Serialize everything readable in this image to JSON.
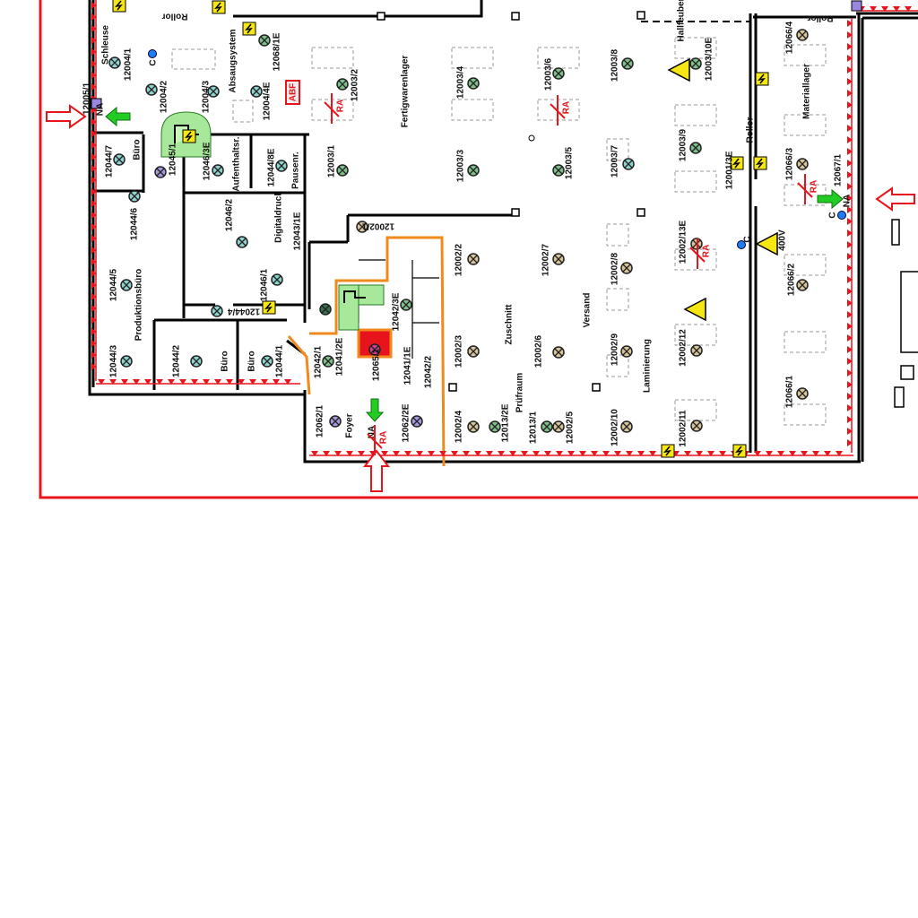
{
  "plan": {
    "colors": {
      "escape_route": "#e8141c",
      "wall": "#000000",
      "fire_section": "#f08a1e",
      "exit_sign": "#22cc22",
      "warning": "#f5e614",
      "lum_green": "#7fc08a",
      "lum_tan": "#d8c49a",
      "lum_teal": "#8fd3cf",
      "lum_purple": "#a898dc",
      "lum_magenta": "#d04090",
      "lum_dark": "#3a7050"
    },
    "labels": [
      "Rollor",
      "Schleuse",
      "12004/1",
      "12004/2",
      "12004/3",
      "Absaugsystem",
      "12068/1E",
      "12004/4E",
      "12003/2",
      "Fertigwarenlager",
      "12003/4",
      "12003/6",
      "12003/8",
      "Hallfeuber",
      "12003/10E",
      "Rollor",
      "12066/4",
      "Materiallager",
      "12005/1",
      "12044/7",
      "Büro",
      "12045/1",
      "12046/3E",
      "Aufenthaltsr.",
      "12044/8E",
      "Pausenr.",
      "12003/1",
      "12003/3",
      "12003/5",
      "12003/7",
      "12003/9",
      "Rollor",
      "12001/3E",
      "12066/3",
      "12067/1",
      "12044/6",
      "12046/2",
      "Digitaldruck",
      "12043/1E",
      "12046/1",
      "12044/5",
      "Produktionsbüro",
      "12044/4",
      "12002/1",
      "12002/2",
      "12002/7",
      "12002/8",
      "12002/13E",
      "400V",
      "12066/2",
      "Versand",
      "Zuschnitt",
      "12042/3E",
      "12044/3",
      "12044/2",
      "Büro",
      "Büro",
      "12044/1",
      "12042/1",
      "12041/2E",
      "12065/1",
      "12041/1E",
      "12042/2",
      "12002/3",
      "12002/6",
      "12002/9",
      "Laminierung",
      "12002/12",
      "12066/1",
      "Prüfraum",
      "12013/2E",
      "12013/1",
      "12002/5",
      "12002/4",
      "12002/10",
      "12002/11",
      "12062/1",
      "Foyer",
      "12062/2E"
    ],
    "markers": {
      "na": "NA",
      "ra": "RA",
      "c": "C",
      "abf": "ABF"
    },
    "luminaires": [
      "teal",
      "teal",
      "teal",
      "green",
      "teal",
      "teal",
      "purple",
      "teal",
      "teal",
      "teal",
      "green",
      "green",
      "green",
      "green",
      "green",
      "green",
      "green",
      "green",
      "tan",
      "tan",
      "teal",
      "teal",
      "teal",
      "teal",
      "teal",
      "teal",
      "teal",
      "teal",
      "tan",
      "dark",
      "green",
      "green",
      "green",
      "magenta",
      "purple",
      "purple",
      "tan",
      "tan",
      "tan",
      "tan",
      "tan",
      "tan",
      "tan",
      "tan",
      "tan",
      "green",
      "green",
      "tan",
      "tan",
      "tan",
      "tan",
      "tan"
    ]
  }
}
